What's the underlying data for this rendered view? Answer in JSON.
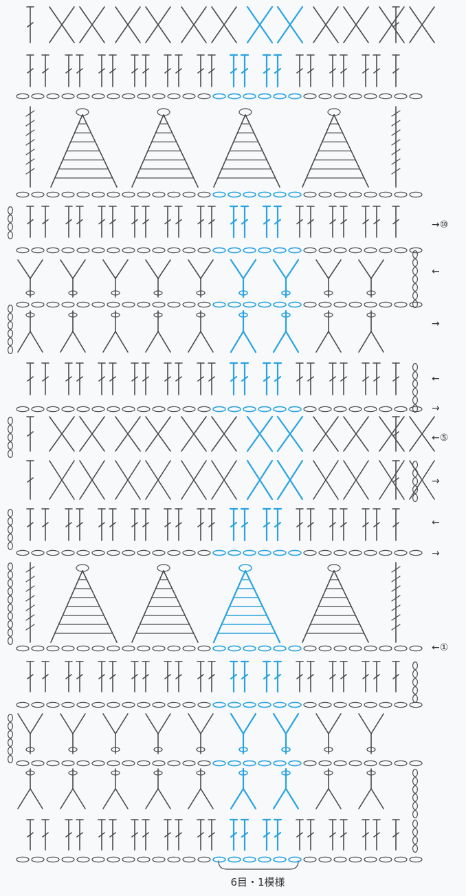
{
  "row_markers": [
    {
      "row": "10",
      "label": "→⑩"
    },
    {
      "row": "9",
      "label": "←"
    },
    {
      "row": "8",
      "label": "→"
    },
    {
      "row": "7",
      "label": "←"
    },
    {
      "row": "6",
      "label": "→"
    },
    {
      "row": "5",
      "label": "←⑤"
    },
    {
      "row": "4",
      "label": "→"
    },
    {
      "row": "3",
      "label": "←"
    },
    {
      "row": "2",
      "label": "→"
    },
    {
      "row": "1",
      "label": "←①"
    }
  ],
  "repeat_caption": "6目・1模様",
  "colors": {
    "ink": "#4a4a4a",
    "highlight": "#2aa3e0",
    "paper": "#f7f9fa"
  }
}
